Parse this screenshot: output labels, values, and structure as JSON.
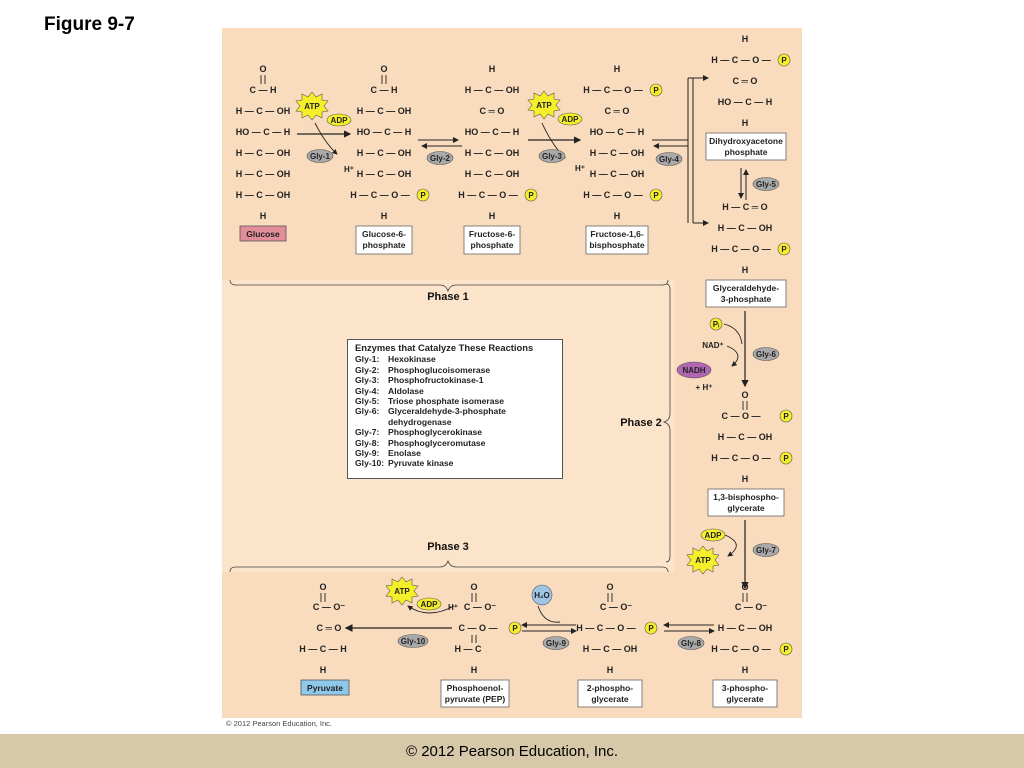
{
  "title": "Figure 9-7",
  "footer": "© 2012 Pearson Education, Inc.",
  "credit": "© 2012 Pearson Education, Inc.",
  "phases": {
    "p1": "Phase 1",
    "p2": "Phase 2",
    "p3": "Phase 3"
  },
  "compounds": {
    "glucose": "Glucose",
    "g6p_1": "Glucose-6-",
    "g6p_2": "phosphate",
    "f6p_1": "Fructose-6-",
    "f6p_2": "phosphate",
    "fbp_1": "Fructose-1,6-",
    "fbp_2": "bisphosphate",
    "dhap_1": "Dihydroxyacetone",
    "dhap_2": "phosphate",
    "gap_1": "Glyceraldehyde-",
    "gap_2": "3-phosphate",
    "bpg_1": "1,3-bisphospho-",
    "bpg_2": "glycerate",
    "pg3_1": "3-phospho-",
    "pg3_2": "glycerate",
    "pg2_1": "2-phospho-",
    "pg2_2": "glycerate",
    "pep_1": "Phosphoenol-",
    "pep_2": "pyruvate (PEP)",
    "pyruvate": "Pyruvate"
  },
  "cofactors": {
    "atp": "ATP",
    "adp": "ADP",
    "nad": "NAD⁺",
    "nadh": "NADH",
    "h_plus": "H⁺",
    "plus_h": "+ H⁺",
    "pi": "Pᵢ",
    "h2o": "H₂O"
  },
  "enzyme_tags": {
    "g1": "Gly-1",
    "g2": "Gly-2",
    "g3": "Gly-3",
    "g4": "Gly-4",
    "g5": "Gly-5",
    "g6": "Gly-6",
    "g7": "Gly-7",
    "g8": "Gly-8",
    "g9": "Gly-9",
    "g10": "Gly-10"
  },
  "enzyme_table": {
    "heading": "Enzymes that Catalyze These Reactions",
    "rows": [
      {
        "k": "Gly-1:",
        "v": "Hexokinase"
      },
      {
        "k": "Gly-2:",
        "v": "Phosphoglucoisomerase"
      },
      {
        "k": "Gly-3:",
        "v": "Phosphofructokinase-1"
      },
      {
        "k": "Gly-4:",
        "v": "Aldolase"
      },
      {
        "k": "Gly-5:",
        "v": "Triose phosphate isomerase"
      },
      {
        "k": "Gly-6:",
        "v": "Glyceraldehyde-3-phosphate"
      },
      {
        "k": "",
        "v": "dehydrogenase"
      },
      {
        "k": "Gly-7:",
        "v": "Phosphoglycerokinase"
      },
      {
        "k": "Gly-8:",
        "v": "Phosphoglyceromutase"
      },
      {
        "k": "Gly-9:",
        "v": "Enolase"
      },
      {
        "k": "Gly-10:",
        "v": "Pyruvate kinase"
      }
    ]
  },
  "colors": {
    "panel": "#f9dcbd",
    "atp": "#f5ef2a",
    "adp": "#f5ef2a",
    "enzyme": "#a9a9a9",
    "nadh": "#b066b3",
    "h2o": "#9fc4e6",
    "glucose": "#e38d99",
    "pyruvate": "#8ec8ea",
    "footer": "#d6c8a8"
  }
}
